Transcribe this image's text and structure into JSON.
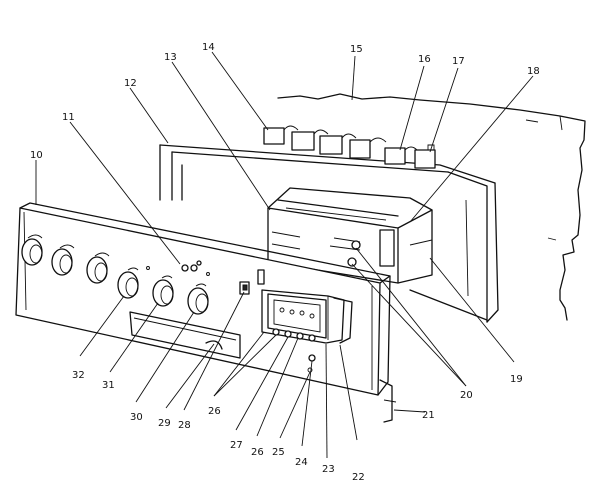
{
  "diagram": {
    "labels": {
      "l10": "10",
      "l11": "11",
      "l12": "12",
      "l13": "13",
      "l14": "14",
      "l15": "15",
      "l16": "16",
      "l17": "17",
      "l18": "18",
      "l19": "19",
      "l20": "20",
      "l21": "21",
      "l22": "22",
      "l23": "23",
      "l24": "24",
      "l25": "25",
      "l26a": "26",
      "l27": "27",
      "l26b": "26",
      "l28": "28",
      "l29": "29",
      "l30": "30",
      "l31": "31",
      "l32": "32"
    }
  }
}
